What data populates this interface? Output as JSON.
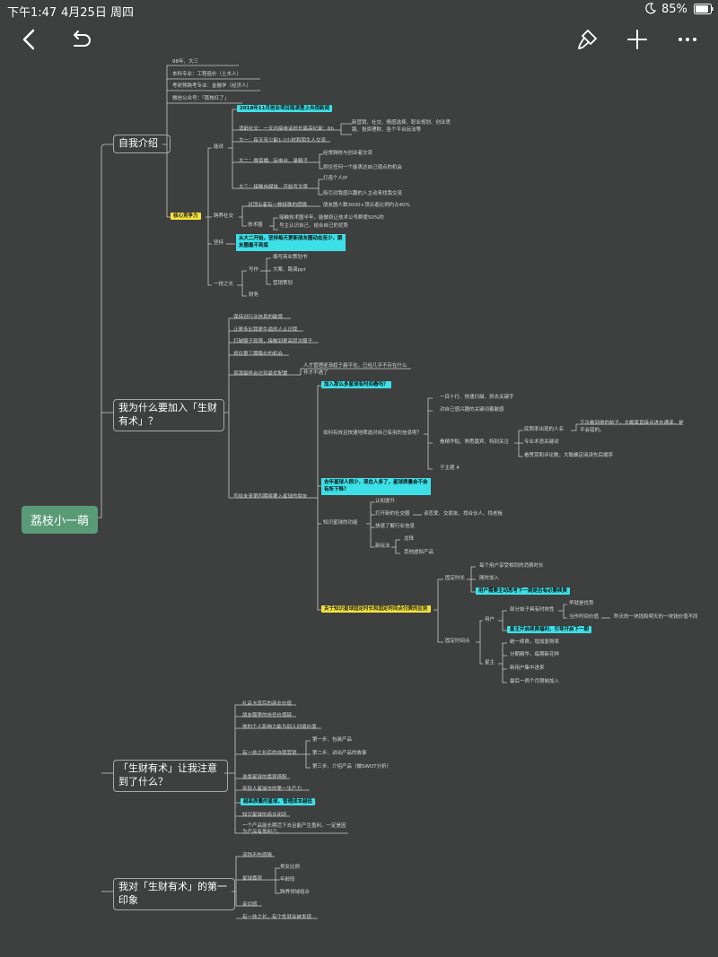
{
  "status": {
    "time": "下午1:47",
    "date": "4月25日 周四",
    "battery": "85%"
  },
  "toolbar": {
    "back": "back-icon",
    "undo": "undo-icon",
    "style": "brush-icon",
    "add": "plus-icon",
    "more": "more-icon"
  },
  "colors": {
    "background": "#3d403f",
    "root": "#5a9b77",
    "line": "#c9c9c9",
    "yellow": "#f7e33b",
    "cyan": "#3ce0e6"
  },
  "mindmap": {
    "root": "荔枝小一萌",
    "b1": {
      "title": "自我介绍",
      "c1": "98年、大三",
      "c2": "本科专业：工程造价（土木人）",
      "c3": "考研预跨考专业：金融学（经济人）",
      "c4": "微信公众号：「荔枝红了」",
      "core": "核心竞争力",
      "g1": {
        "top": "2018年11月创业项目路演登上央视新闻",
        "a": "适龄社交：一天内接电话时长最高纪录：6h",
        "a1": "新营销、社交、情感选择、职业规划、创业思",
        "a2": "路、投资理财、各个平台玩法等",
        "label": "能说",
        "d1": "大一：每天至少能1-2小时和陌生人交流",
        "d2": "大二：做直播、玩电台、录精子",
        "d2a": "经常跨校与创业者交流",
        "d2b": "抓住任何一个能表达自己观点的机会",
        "d3": "大三：接触自媒体、开始写文章",
        "d3a": "打造个人IP",
        "d3b": "吸引对我感兴趣的人主动来找我交流"
      },
      "g2": {
        "label": "跨界社交",
        "s1": "对顶尖者有一种特殊的感情",
        "s1a": "朋友圈人数3000+顶尖者比例约占40%",
        "s2": "技术圈",
        "s2a": "接触技术圈半年，能做到让技术公号群爱50%的",
        "s2b": "号主认识自己，结合自己的优势"
      },
      "g3": {
        "label": "坚持",
        "a": "从大二开始，坚持每天更新朋友圈动态至少，跟",
        "b": "友圈最不到底"
      },
      "g4": {
        "label": "一技之长",
        "w": "写作",
        "w1": "撰写商业策划书",
        "w2": "文案、路演ppt",
        "w3": "营销策划",
        "f": "财务"
      }
    },
    "b2": {
      "title": "我为什么要加入「生财有术」？",
      "c1": "保持对行业信息的敏感",
      "c2": "让更多比我更牛逼的人认识我",
      "c3": "打破圈子局限，接触到更高层次圈子",
      "c4": "抓住第三期降价的机会",
      "c5": "资源最终会达到最优配置",
      "c5a": "人才管理逐渐趋于扁平化，已经几乎不存在什么",
      "c5b": "怀才不遇了",
      "c6": "写给未来第四期将要入星球的朋友",
      "q1": "加入那么多星球有时间看吗？",
      "q1a": "如何有效且快速地筛选对自己有用的信息呢？",
      "q1a1": "一目十行、快速扫描、抓去关键字",
      "q1a2": "对自己感兴趣的关键词着敏感",
      "q1a3": "看精华贴、熟悉嘉宾、特别关注",
      "q1a3a": "底照率出现的人名",
      "q1a3a1": "下次看到他的帖子，大概率直接点进去通读，是",
      "q1a3a2": "不会错的。",
      "q1a3b": "专业术语关键词",
      "q1a3c": "看赞赏和评论数，大致确定阅读先后顺序",
      "q1a4": "子主题 4",
      "q2": "去年星球人很少，现在人多了，星球质量会不会",
      "q2b": "有所下降？",
      "q2a": "知识星球的功能",
      "q2a1": "认知提升",
      "q2a2": "打开新的社交圈",
      "q2a2a": "谈恋爱、交朋友、找合伙人、找老板",
      "q2a3": "快速了解行业信息",
      "q2a4": "新玩法",
      "q2a4a": "龙珠",
      "q2a4b": "其他虚拟产品",
      "q3": "关于知识星球固定时长和固定时间点付费的区别",
      "q3a": "固定时长",
      "q3a1": "每个用户享受相同的消费时长",
      "q3a2": "随时加入",
      "q3a3": "用户需要主动思考下一期是否有必要续费",
      "q3b": "固定时间点",
      "q3b1": "用户",
      "q3b1a": "部分帖子具有时效性",
      "q3b1a1": "早就是优势",
      "q3b1a2": "当作时间价值",
      "q3b1a2a": "昨天的一块钱和明天的一块钱价值不同",
      "q3b1b": "星主开启续费福利，引导开启下一期",
      "q3b2": "星主",
      "q3b2a": "统一续费，增加复购率",
      "q3b2b": "分期精华，每期新花样",
      "q3b2c": "新用户集中进来",
      "q3b2d": "最后一两个月限制加入"
    },
    "b3": {
      "title": "「生财有术」让我注意到了什么？",
      "c1": "礼品卡背后的商业价值",
      "c2": "朋友圈里的信任价值链",
      "c3": "他的个人影响力能为别人创造价值",
      "c4": "有一技之长后的自我营销",
      "c4a": "第一步、包装产品",
      "c4b": "第二步、讲出产品的故事",
      "c4c": "第三步、介绍产品（做SWOT分析）",
      "c5": "选版星球的嘉宾搭配",
      "c6": "年轻人星域市的第一生产力",
      "c7": "越高质量的星球，管理成本越低",
      "c8": "知识星球的商业闭环",
      "c9a": "一个产品能长期活下去且能产生盈利，一定是因",
      "c9b": "为产品有盈利己。"
    },
    "b4": {
      "title": "我对「生财有术」的第一印象",
      "c1": "该钱不伤感情",
      "c2": "星球嘉宾",
      "c2a": "男女比例",
      "c2b": "年龄段",
      "c2c": "跨界领域组合",
      "c3": "亲切感",
      "c4": "有一技之长，有个性就会被发现"
    }
  }
}
